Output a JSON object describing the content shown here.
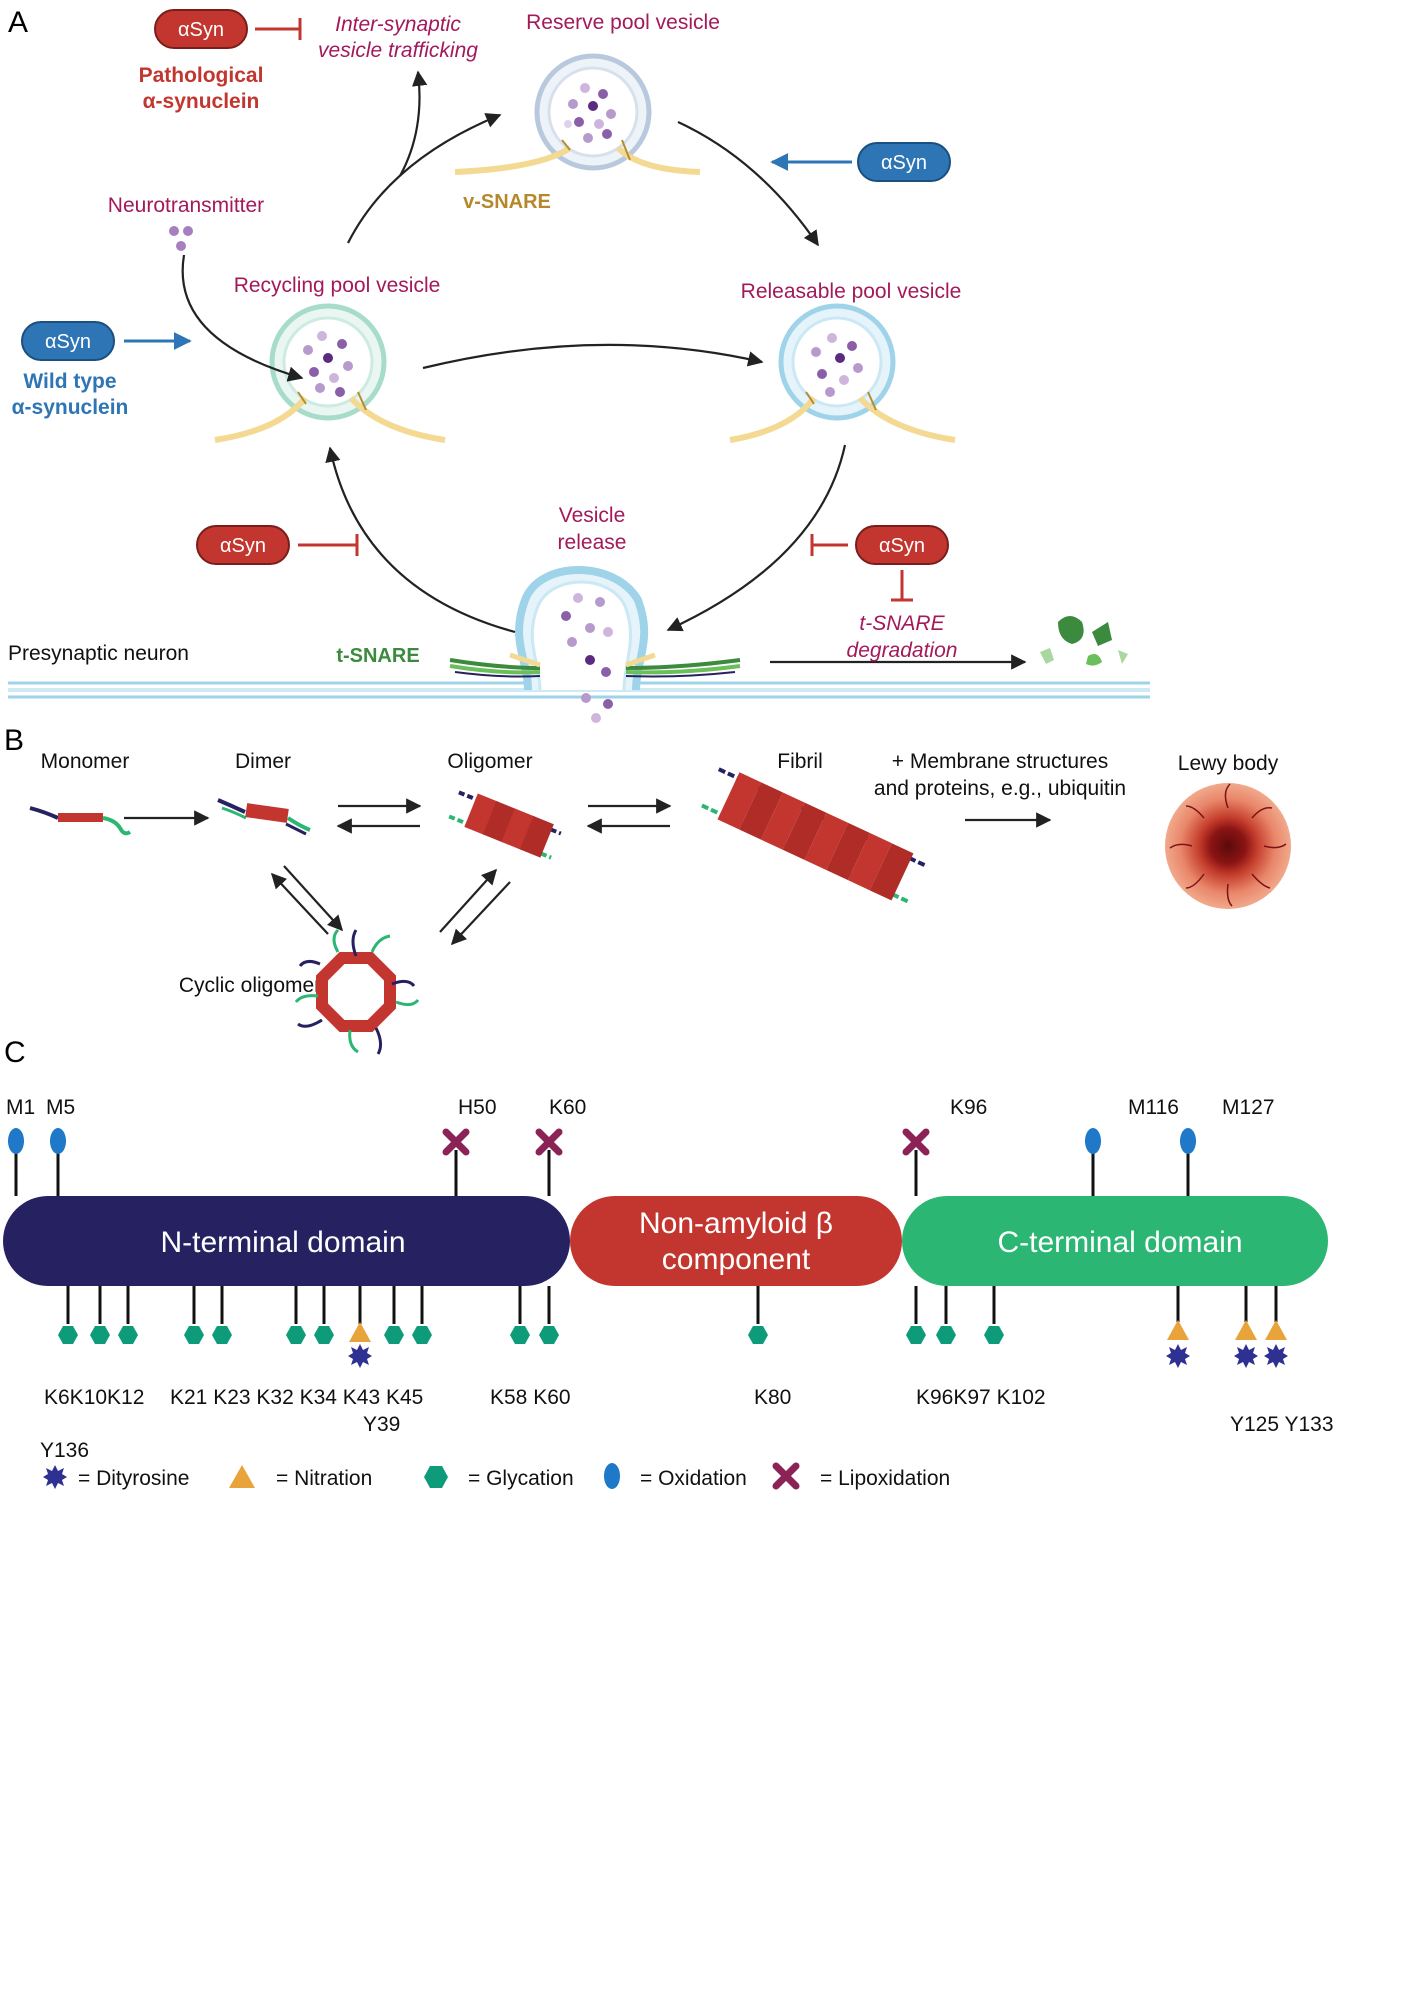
{
  "panels": {
    "a": "A",
    "b": "B",
    "c": "C"
  },
  "panel_a": {
    "pill_label": "αSyn",
    "pathological": [
      "Pathological",
      "α-synuclein"
    ],
    "wild_type": [
      "Wild type",
      "α-synuclein"
    ],
    "inter_synaptic": [
      "Inter-synaptic",
      "vesicle trafficking"
    ],
    "reserve_pool": "Reserve pool vesicle",
    "v_snare": "v-SNARE",
    "neurotransmitter": "Neurotransmitter",
    "recycling_pool": "Recycling pool vesicle",
    "releasable_pool": "Releasable pool vesicle",
    "vesicle_release": [
      "Vesicle",
      "release"
    ],
    "t_snare_degradation": [
      "t-SNARE",
      "degradation"
    ],
    "presynaptic_neuron": "Presynaptic neuron",
    "t_snare": "t-SNARE"
  },
  "panel_b": {
    "monomer": "Monomer",
    "dimer": "Dimer",
    "oligomer": "Oligomer",
    "fibril": "Fibril",
    "membrane": [
      "+ Membrane structures",
      "and proteins, e.g., ubiquitin"
    ],
    "lewy_body": "Lewy body",
    "cyclic_oligomer": "Cyclic oligomer"
  },
  "panel_c": {
    "top_labels": [
      "M1",
      "M5",
      "H50",
      "K60",
      "K96",
      "M116",
      "M127"
    ],
    "n_terminal": "N-terminal domain",
    "nac": [
      "Non-amyloid β",
      "component"
    ],
    "c_terminal": "C-terminal domain",
    "bottom_label_groups": [
      "K6K10K12",
      "K21 K23 K32 K34 K43 K45",
      "K58 K60",
      "K80",
      "K96K97 K102"
    ],
    "tyrosine_labels": [
      "Y39",
      "Y125 Y133",
      "Y136"
    ],
    "legend": [
      "= Dityrosine",
      "= Nitration",
      "= Glycation",
      "= Oxidation",
      "= Lipoxidation"
    ]
  },
  "colors": {
    "n_terminal": "#262262",
    "nac": "#c3362f",
    "c_terminal": "#2bb673",
    "pathological": "#c3362f",
    "wild_type": "#2e75b6",
    "magenta_text": "#a3195b",
    "glycation": "#0d9b7a",
    "nitration": "#e8a33b",
    "oxidation": "#1f78c8",
    "lipoxidation": "#8c2357",
    "dityrosine": "#2e3192"
  }
}
